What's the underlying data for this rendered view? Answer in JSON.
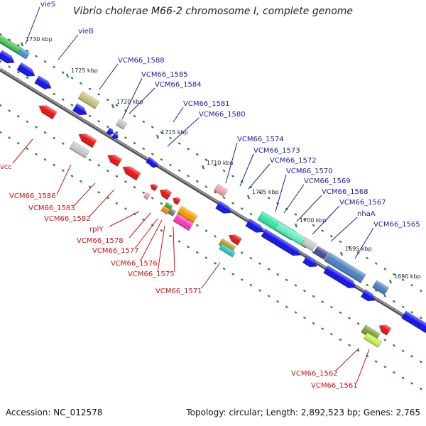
{
  "title": "Vibrio cholerae M66-2 chromosome I, complete genome",
  "footer": {
    "accession": "Accession: NC_012578",
    "topology": "Topology: circular; Length: 2,892,523 bp; Genes: 2,765"
  },
  "colors": {
    "forward_label": "#1a1aa8",
    "reverse_label": "#cc1111",
    "backbone": "#777777",
    "tick": "#2e8b2e"
  },
  "kbp_ticks": [
    "1730 kbp",
    "1725 kbp",
    "1720 kbp",
    "1715 kbp",
    "1710 kbp",
    "1705 kbp",
    "1700 kbp",
    "1695 kbp",
    "1690 kbp"
  ],
  "forward_labels": [
    "vieS",
    "vieB",
    "VCM66_1588",
    "VCM66_1585",
    "VCM66_1584",
    "VCM66_1581",
    "VCM66_1580",
    "VCM66_1574",
    "VCM66_1573",
    "VCM66_1572",
    "VCM66_1570",
    "VCM66_1569",
    "VCM66_1568",
    "VCM66_1567",
    "nhaA",
    "VCM66_1565"
  ],
  "reverse_labels": [
    "vcc",
    "VCM66_1586",
    "VCM66_1583",
    "VCM66_1582",
    "rplY",
    "VCM66_1578",
    "VCM66_1577",
    "VCM66_1576",
    "VCM66_1575",
    "VCM66_1571",
    "VCM66_1562",
    "VCM66_1561"
  ]
}
